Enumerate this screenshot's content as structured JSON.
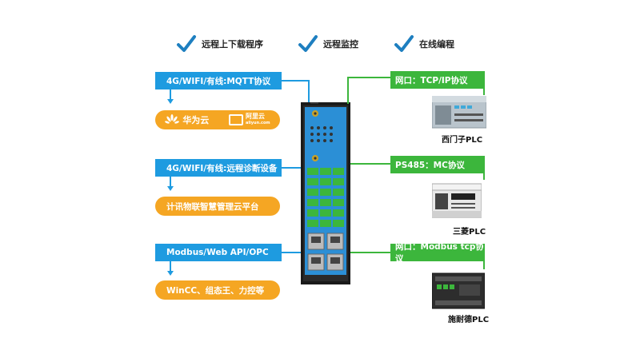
{
  "features": [
    {
      "icon": "check-icon",
      "label": "远程上下载程序"
    },
    {
      "icon": "check-icon",
      "label": "远程监控"
    },
    {
      "icon": "check-icon",
      "label": "在线编程"
    }
  ],
  "left_boxes": [
    {
      "label": "4G/WIFI/有线:MQTT协议"
    },
    {
      "label": "4G/WIFI/有线:远程诊断设备"
    },
    {
      "label": "Modbus/Web API/OPC"
    }
  ],
  "cloud_row": {
    "huawei": "华为云",
    "aliyun": "阿里云",
    "aliyun_sub": "aliyun.com"
  },
  "orange_boxes": [
    {
      "label": "计讯物联智慧管理云平台"
    },
    {
      "label": "WinCC、组态王、力控等"
    }
  ],
  "right_boxes": [
    {
      "label": "网口：TCP/IP协议",
      "plc": "西门子PLC"
    },
    {
      "label": "PS485：MC协议",
      "plc": "三菱PLC"
    },
    {
      "label": "网口：Modbus tcp协议",
      "plc": "施耐德PLC"
    }
  ],
  "colors": {
    "blue": "#1e9be0",
    "orange": "#f5a623",
    "green": "#3cb63c"
  }
}
